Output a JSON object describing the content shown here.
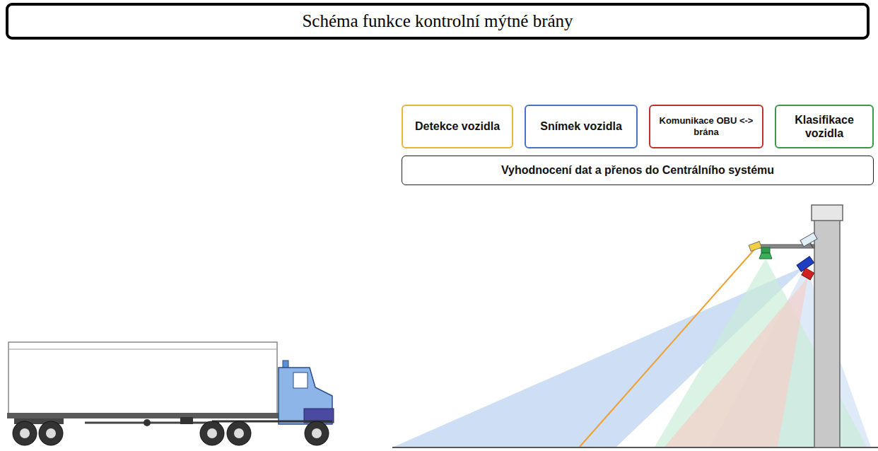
{
  "diagram": {
    "title": "Schéma funkce kontrolní mýtné brány",
    "nodes": [
      {
        "text": [
          "Detekce vozidla"
        ]
      },
      {
        "text": [
          "Snímek vozidla"
        ]
      },
      {
        "text": [
          "Komunikace OBU <-> brána"
        ]
      },
      {
        "text": [
          "Klasifikace vozidla"
        ]
      },
      {
        "text": [
          "Vyhodnocení dat a přenos do Centrálního systému"
        ]
      }
    ]
  }
}
